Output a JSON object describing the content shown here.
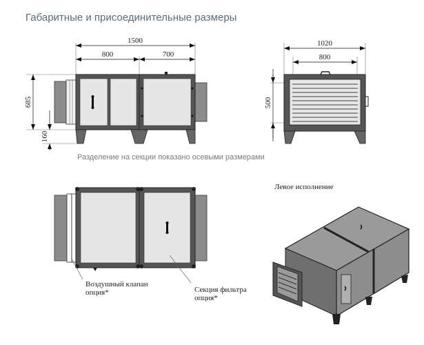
{
  "title": "Габаритные и присоединительные размеры",
  "note": "Разделение на секции показано осевыми размерами",
  "front_view": {
    "dims": {
      "total_length": "1500",
      "section_1": "800",
      "section_2": "700",
      "height": "685",
      "leg_height": "160"
    }
  },
  "side_view": {
    "dims": {
      "width": "1020",
      "inner_width": "800",
      "height": "500"
    }
  },
  "top_view": {
    "callouts": {
      "air_valve_line1": "Воздушный клапан",
      "air_valve_line2": "опция*",
      "filter_line1": "Секция фильтра",
      "filter_line2": "опция*"
    }
  },
  "iso_view": {
    "label": "Левое исполнение"
  },
  "colors": {
    "title": "#5b6b78",
    "frame": "#3a3a3a",
    "panel": "#e6e6e6",
    "duct": "#8c8c8c"
  }
}
